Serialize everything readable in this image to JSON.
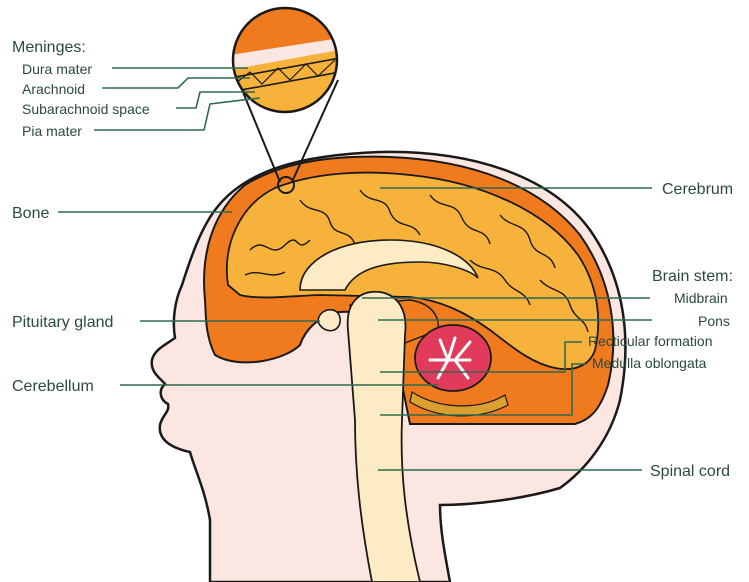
{
  "colors": {
    "skin": "#fbe6e2",
    "outline": "#1a1a1a",
    "bone": "#f07a1e",
    "cerebrum": "#f6b23a",
    "cord": "#fdebc6",
    "cerebellum": "#e23a5a",
    "leader": "#2e6b4f",
    "text": "#2a4a3a"
  },
  "labels": {
    "meninges": "Meninges:",
    "dura": "Dura mater",
    "arachnoid": "Arachnoid",
    "subarachnoid": "Subarachnoid space",
    "pia": "Pia mater",
    "bone": "Bone",
    "pituitary": "Pituitary gland",
    "cerebellum": "Cerebellum",
    "cerebrum": "Cerebrum",
    "brainstem": "Brain stem:",
    "midbrain": "Midbrain",
    "pons": "Pons",
    "reticular": "Recticular formation",
    "medulla": "Medulla oblongata",
    "spinal": "Spinal cord"
  }
}
